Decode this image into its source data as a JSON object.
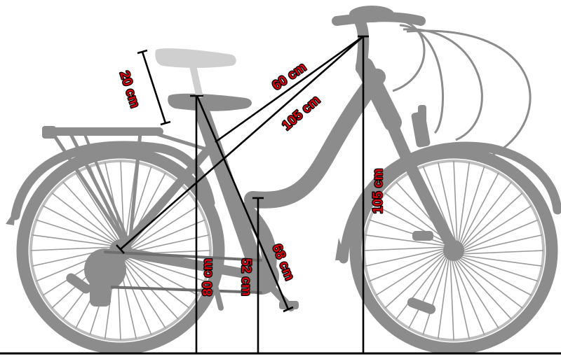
{
  "colors": {
    "bike": "#8c8c8c",
    "bike_light": "#cfcfcf",
    "spokes": "#9a9a9a",
    "lines": "#000000",
    "label_fill": "#d8000a",
    "label_stroke": "#000000",
    "background": "#ffffff"
  },
  "dimensions": {
    "saddle_adjust": "20 cm",
    "seat_to_handlebar": "60 cm",
    "axle_to_handlebar": "105 cm",
    "handlebar_height": "105 cm",
    "seat_tube": "68 cm",
    "saddle_height": "80 cm",
    "standover_height": "52 cm"
  }
}
